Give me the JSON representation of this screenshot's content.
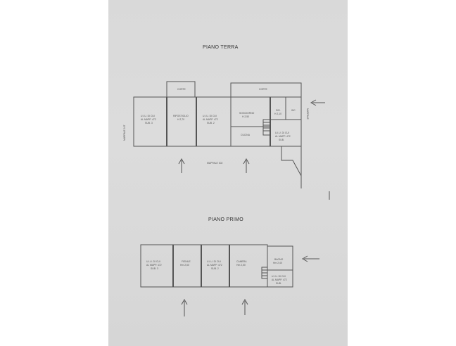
{
  "ground_floor": {
    "title": "PIANO TERRA",
    "labels": {
      "corte_left": "CORTE",
      "corte_right": "CORTE",
      "uiu_left_1": "U.I.U. DI CUI",
      "uiu_left_2": "AL MAPP. 472",
      "uiu_left_3": "SUB. 3",
      "ripostiglio_1": "RIPOSTIGLIO",
      "ripostiglio_2": "H 2,70",
      "uiu_mid_1": "U.I.U. DI CUI",
      "uiu_mid_2": "AL MAPP. 472",
      "uiu_mid_3": "SUB. 2",
      "soggiorno_1": "SOGGIORNO",
      "soggiorno_2": "H 2,50",
      "cucina": "CUCINA",
      "dis_1": "DIS.",
      "dis_2": "H 2,10",
      "wc": "WC",
      "uiu_right_1": "U.I.U. DI CUI",
      "uiu_right_2": "AL MAPP. 472",
      "uiu_right_3": "SUB.",
      "mappale_bottom": "MAPPALE 302",
      "mappale_left": "MAPPALE 167",
      "mappale_right": "MAPPALE"
    }
  },
  "first_floor": {
    "title": "PIANO PRIMO",
    "labels": {
      "uiu_left_1": "U.I.U. DI CUI",
      "uiu_left_2": "AL MAPP. 472",
      "uiu_left_3": "SUB. 3",
      "fienile_1": "FIENILE",
      "fienile_2": "Hm 2,50",
      "uiu_mid_1": "U.I.U. DI CUI",
      "uiu_mid_2": "AL MAPP. 472",
      "uiu_mid_3": "SUB. 2",
      "camera_1": "CAMERA",
      "camera_2": "Hm 2,50",
      "bagno_1": "BAGNO",
      "bagno_2": "Hm 2,40",
      "uiu_right_1": "U.I.U. DI CUI",
      "uiu_right_2": "AL MAPP. 472",
      "uiu_right_3": "SUB."
    }
  }
}
